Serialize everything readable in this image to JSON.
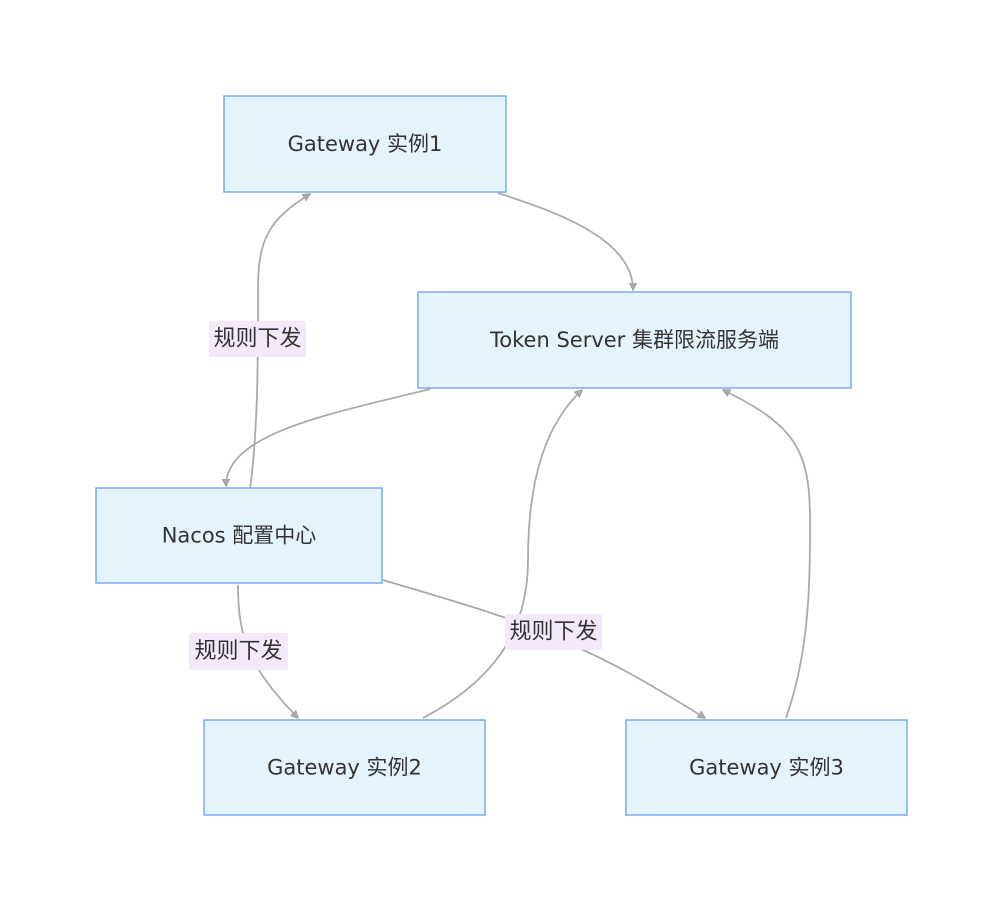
{
  "colors": {
    "node_fill": "#e3f4fd",
    "node_border": "#7aacf0",
    "edge": "#aaaaaa",
    "label_bg": "#f4e9fb",
    "text": "#333333"
  },
  "nodes": {
    "gw1": "Gateway 实例1",
    "token": "Token Server 集群限流服务端",
    "nacos": "Nacos 配置中心",
    "gw2": "Gateway 实例2",
    "gw3": "Gateway 实例3"
  },
  "edges": [
    {
      "from": "Gateway 实例1",
      "to": "Token Server 集群限流服务端",
      "label": ""
    },
    {
      "from": "Token Server 集群限流服务端",
      "to": "Nacos 配置中心",
      "label": ""
    },
    {
      "from": "Nacos 配置中心",
      "to": "Gateway 实例1",
      "label": "规则下发"
    },
    {
      "from": "Nacos 配置中心",
      "to": "Gateway 实例2",
      "label": "规则下发"
    },
    {
      "from": "Nacos 配置中心",
      "to": "Gateway 实例3",
      "label": "规则下发"
    },
    {
      "from": "Gateway 实例2",
      "to": "Token Server 集群限流服务端",
      "label": ""
    },
    {
      "from": "Gateway 实例3",
      "to": "Token Server 集群限流服务端",
      "label": ""
    }
  ]
}
